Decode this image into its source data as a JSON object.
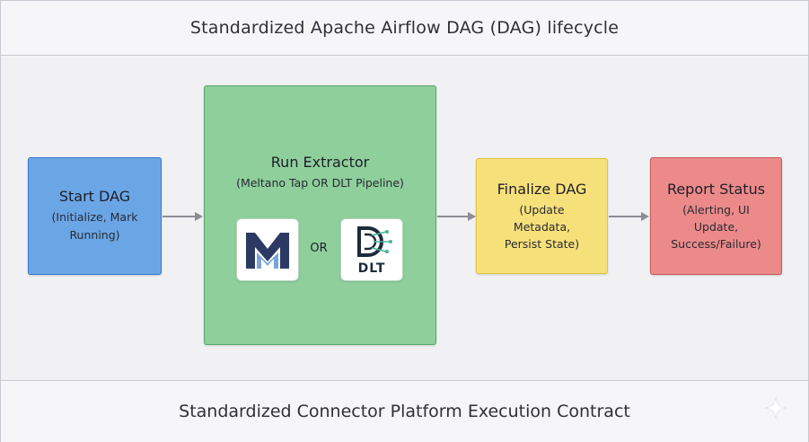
{
  "header": {
    "title": "Standardized Apache Airflow DAG (DAG) lifecycle"
  },
  "footer": {
    "title": "Standardized Connector Platform Execution Contract"
  },
  "steps": {
    "start": {
      "title": "Start DAG",
      "sub_lines": [
        "(Initialize, Mark",
        "Running)"
      ],
      "color": "#6aa6e6"
    },
    "extract": {
      "title": "Run Extractor",
      "subtitle": "(Meltano Tap OR DLT Pipeline)",
      "or_label": "OR",
      "logos": {
        "meltano": "meltano-logo-icon",
        "dlt": "dlt-logo-icon",
        "dlt_label": "DLT"
      },
      "color": "#8ecf9c"
    },
    "finalize": {
      "title": "Finalize DAG",
      "sub_lines": [
        "(Update",
        "Metadata,",
        "Persist State)"
      ],
      "color": "#f6e07a"
    },
    "report": {
      "title": "Report Status",
      "sub_lines": [
        "(Alerting, UI",
        "Update,",
        "Success/Failure)"
      ],
      "color": "#ec8a8a"
    }
  },
  "icons": {
    "arrow": "arrow-right-icon",
    "sparkle": "sparkle-icon"
  }
}
